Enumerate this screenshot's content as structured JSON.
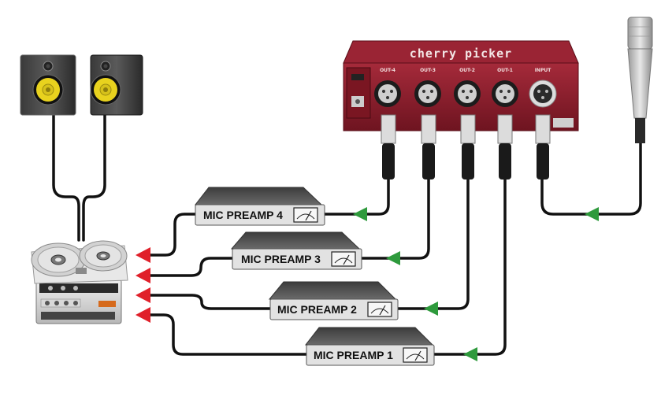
{
  "diagram": {
    "splitter": {
      "brand": "cherry picker",
      "outputs": [
        "OUT-4",
        "OUT-3",
        "OUT-2",
        "OUT-1"
      ],
      "input": "INPUT"
    },
    "preamps": [
      {
        "label": "MIC PREAMP 4"
      },
      {
        "label": "MIC PREAMP 3"
      },
      {
        "label": "MIC PREAMP 2"
      },
      {
        "label": "MIC PREAMP 1"
      }
    ],
    "colors": {
      "cable": "#111111",
      "splitter_body": "#8c1d2b",
      "arrow_to_preamp": "#2e9a3c",
      "arrow_to_recorder": "#e0202a",
      "preamp_label_bg": "#e2e2e2",
      "preamp_top": "#4a4a4a"
    }
  }
}
